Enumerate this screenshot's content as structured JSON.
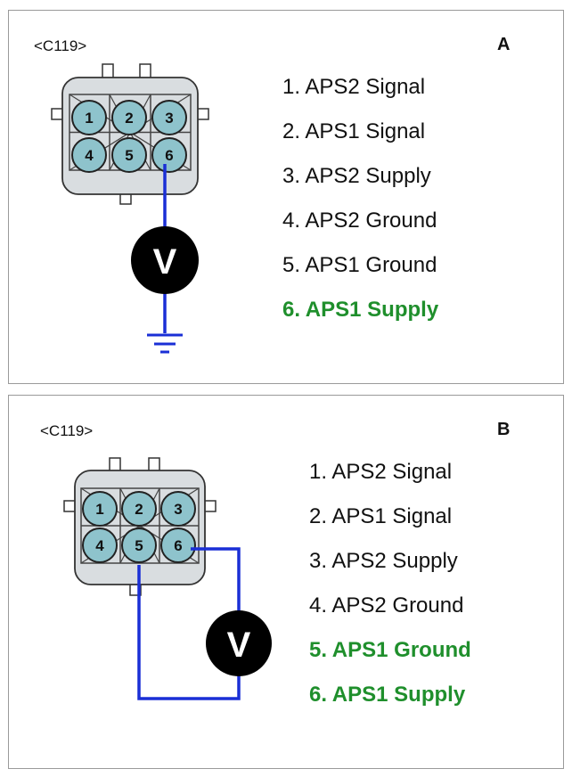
{
  "panels": [
    {
      "letter": "A",
      "connector": "<C119>",
      "meter_label": "V",
      "pins": [
        "1",
        "2",
        "3",
        "4",
        "5",
        "6"
      ],
      "pin_list": [
        {
          "text": "1. APS2 Signal",
          "highlighted": false
        },
        {
          "text": "2. APS1 Signal",
          "highlighted": false
        },
        {
          "text": "3. APS2 Supply",
          "highlighted": false
        },
        {
          "text": "4. APS2 Ground",
          "highlighted": false
        },
        {
          "text": "5. APS1 Ground",
          "highlighted": false
        },
        {
          "text": "6. APS1 Supply",
          "highlighted": true
        }
      ]
    },
    {
      "letter": "B",
      "connector": "<C119>",
      "meter_label": "V",
      "pins": [
        "1",
        "2",
        "3",
        "4",
        "5",
        "6"
      ],
      "pin_list": [
        {
          "text": "1. APS2 Signal",
          "highlighted": false
        },
        {
          "text": "2. APS1 Signal",
          "highlighted": false
        },
        {
          "text": "3. APS2 Supply",
          "highlighted": false
        },
        {
          "text": "4. APS2 Ground",
          "highlighted": false
        },
        {
          "text": "5. APS1 Ground",
          "highlighted": true
        },
        {
          "text": "6. APS1 Supply",
          "highlighted": true
        }
      ]
    }
  ],
  "colors": {
    "wire": "#1a2fd6",
    "highlight_text": "#1f8f2c",
    "pin_fill": "#8ec3cc",
    "connector_fill": "#d9dde0",
    "meter_fill": "#000000"
  }
}
